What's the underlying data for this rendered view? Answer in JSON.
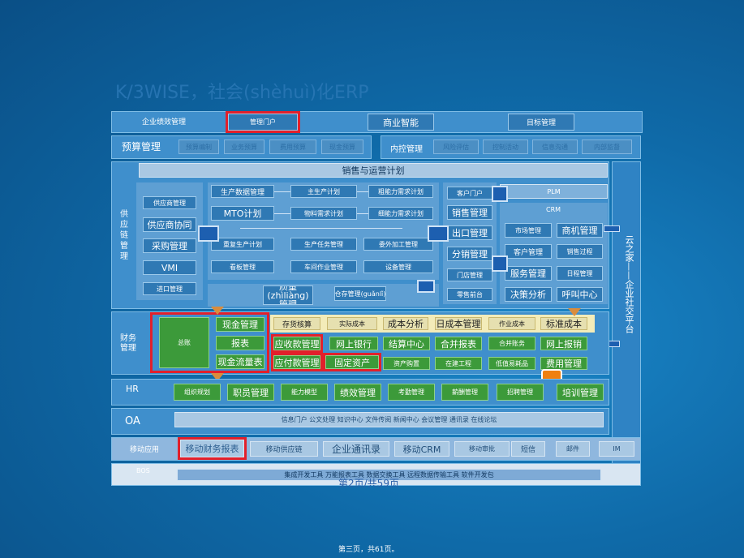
{
  "title": "K/3WISE，社会(shèhuì)化ERP",
  "row_kpi": {
    "label": "企业绩效管理",
    "items": [
      "管理门户",
      "商业智能",
      "目标管理"
    ]
  },
  "row_budget": {
    "label": "预算管理",
    "items": [
      "预算编制",
      "业务预算",
      "费用预算",
      "现金预算"
    ],
    "ic_label": "内控管理",
    "ic_items": [
      "风险评估",
      "控制活动",
      "信息沟通",
      "内部监督"
    ]
  },
  "plan_bar": "销售与运营计划",
  "supply": {
    "label_chars": [
      "供",
      "应",
      "链",
      "管",
      "理"
    ],
    "left": [
      "供应商管理",
      "供应商协同",
      "采购管理",
      "VMI",
      "进口管理"
    ],
    "mid": [
      [
        "生产数据管理",
        "主生产计划",
        "粗能力需求计划"
      ],
      [
        "MTO计划",
        "物料需求计划",
        "细能力需求计划"
      ],
      [
        "重复生产计划",
        "生产任务管理",
        "委外加工管理"
      ],
      [
        "看板管理",
        "车间作业管理",
        "设备管理"
      ]
    ],
    "quality": "质量(zhìliàng)管理",
    "storage": "仓存管理(guǎnlǐ)",
    "sales": [
      "客户门户",
      "销售管理",
      "出口管理",
      "分销管理",
      "门店管理",
      "零售前台"
    ],
    "plm": "PLM",
    "crm": "CRM",
    "crm_items": [
      [
        "市场管理",
        "商机管理"
      ],
      [
        "客户管理",
        "销售过程"
      ],
      [
        "服务管理",
        "日程管理"
      ],
      [
        "决策分析",
        "呼叫中心"
      ]
    ]
  },
  "finance": {
    "label": "财务管理",
    "total": "总账",
    "col1": [
      "现金管理",
      "报表",
      "现金流量表"
    ],
    "row1": [
      "存货核算",
      "实际成本",
      "成本分析",
      "日成本管理",
      "作业成本",
      "标准成本"
    ],
    "row2": [
      "应收款管理",
      "网上银行",
      "结算中心",
      "合并报表",
      "合并账务",
      "网上报销"
    ],
    "row3": [
      "应付款管理",
      "固定资产",
      "资产购置",
      "在建工程",
      "低值易耗品",
      "费用管理"
    ]
  },
  "hr": {
    "label": "HR",
    "items": [
      "组织规划",
      "职员管理",
      "能力模型",
      "绩效管理",
      "考勤管理",
      "薪酬管理",
      "招聘管理",
      "培训管理"
    ]
  },
  "oa": {
    "label": "OA",
    "items": "信息门户   公文处理   知识中心   文件传阅   新闻中心   会议管理   通讯录   在线论坛"
  },
  "mobile": {
    "label": "移动应用",
    "items": [
      "移动财务报表",
      "移动供应链",
      "企业通讯录",
      "移动CRM",
      "移动审批",
      "短信",
      "邮件",
      "IM"
    ]
  },
  "bos": {
    "label": "BOS",
    "items": "集成开发工具    万能报表工具    数据交换工具    远程数据传输工具    软件开发包"
  },
  "social": "云之家——企业社交平台",
  "page_note": "第2页/共59页",
  "footer": "第三页，共61页。",
  "colors": {
    "blue": "#2f79b4",
    "green": "#3c9a3a",
    "red": "#e2202b"
  }
}
